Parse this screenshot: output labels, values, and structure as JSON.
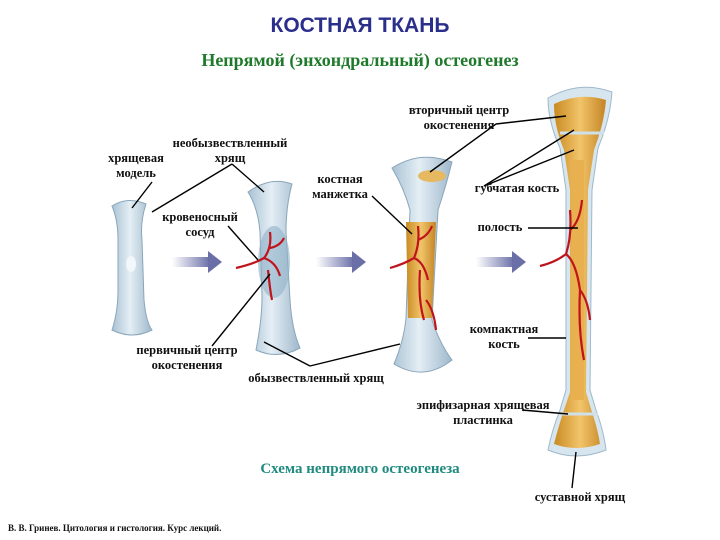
{
  "title": "КОСТНАЯ ТКАНЬ",
  "subtitle": "Непрямой (энхондральный) остеогенез",
  "labels": {
    "cartilage_model": "хрящевая модель",
    "uncalcified_cartilage": "необызвествленный хрящ",
    "blood_vessel": "кровеносный сосуд",
    "bone_collar": "костная манжетка",
    "secondary_center": "вторичный центр окостенения",
    "spongy_bone": "губчатая кость",
    "cavity": "полость",
    "primary_center": "первичный центр окостенения",
    "calcified_cartilage": "обызвествленный хрящ",
    "compact_bone": "компактная кость",
    "epiphyseal_plate": "эпифизарная хрящевая пластинка",
    "articular_cartilage": "суставной хрящ"
  },
  "caption": "Схема непрямого остеогенеза",
  "credit": "В. В. Гринев. Цитология и гистология. Курс лекций.",
  "colors": {
    "title": "#2b2f8c",
    "subtitle": "#1e7a2a",
    "caption": "#1f8a7e",
    "cartilage": "#cfe0ea",
    "bone": "#e2a93a",
    "vessel": "#c0141c",
    "arrow": "#6b6fa8"
  }
}
